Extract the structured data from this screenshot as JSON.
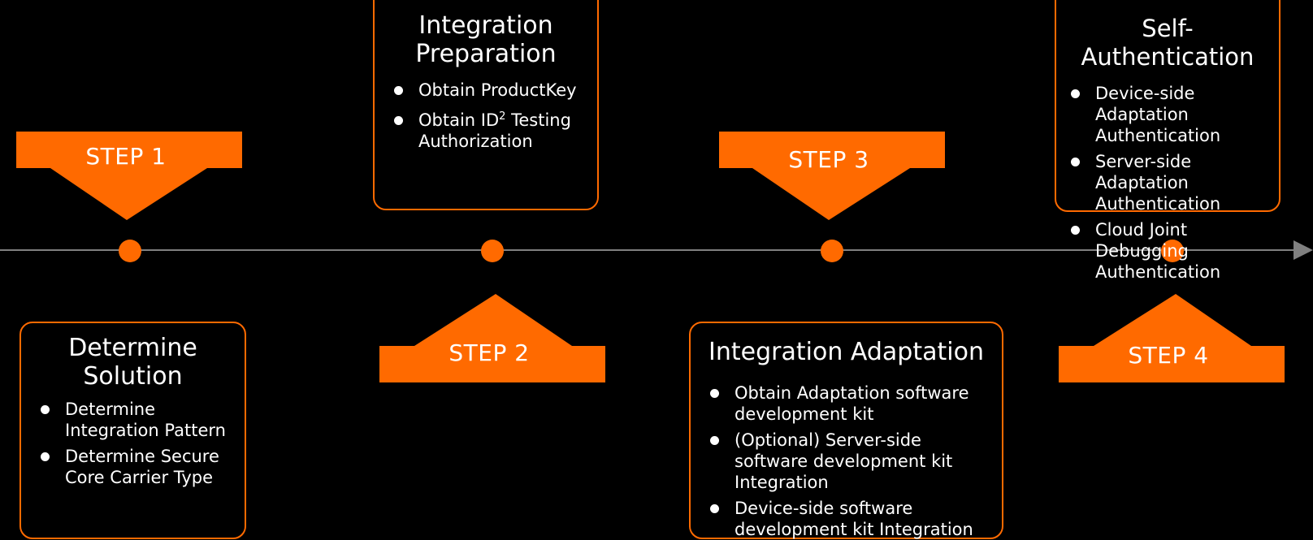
{
  "colors": {
    "accent": "#ff6a00",
    "background": "#000000",
    "text": "#ffffff",
    "timeline": "#808080"
  },
  "steps": [
    {
      "label": "STEP 1"
    },
    {
      "label": "STEP 2"
    },
    {
      "label": "STEP 3"
    },
    {
      "label": "STEP 4"
    }
  ],
  "cards": [
    {
      "title": "Determine\nSolution",
      "items": [
        {
          "text": "Determine Integration Pattern"
        },
        {
          "text": "Determine Secure Core Carrier Type"
        }
      ]
    },
    {
      "title": "Integration\nPreparation",
      "items": [
        {
          "text": "Obtain ProductKey"
        },
        {
          "pre": "Obtain ID",
          "sup": "2",
          "post": " Testing Authorization"
        }
      ]
    },
    {
      "title": "Integration Adaptation",
      "items": [
        {
          "text": "Obtain Adaptation software development kit"
        },
        {
          "text": "(Optional) Server-side software development kit Integration"
        },
        {
          "text": "Device-side software development kit Integration"
        }
      ]
    },
    {
      "title": "Self-Authentication",
      "items": [
        {
          "text": "Device-side Adaptation Authentication"
        },
        {
          "text": "Server-side Adaptation Authentication"
        },
        {
          "text": "Cloud Joint Debugging Authentication"
        }
      ]
    }
  ]
}
